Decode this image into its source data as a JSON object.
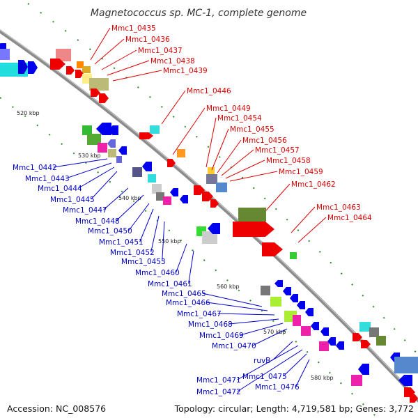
{
  "title": "Magnetococcus sp. MC-1, complete genome",
  "footer": {
    "accession": "Accession: NC_008576",
    "topology": "Topology: circular; Length: 4,719,581 bp; Genes: 3,772"
  },
  "colors": {
    "forward_label": "#dd0000",
    "reverse_label": "#0000cc",
    "backbone": "#8c8c8c",
    "tick": "#2a8a2a"
  },
  "scale_ticks": [
    "520 kbp",
    "530 kbp",
    "540 kbp",
    "550 kbp",
    "560 kbp",
    "570 kbp",
    "580 kbp"
  ],
  "forward_labels": [
    "Mmc1_0435",
    "Mmc1_0436",
    "Mmc1_0437",
    "Mmc1_0438",
    "Mmc1_0439",
    "Mmc1_0446",
    "Mmc1_0449",
    "Mmc1_0454",
    "Mmc1_0455",
    "Mmc1_0456",
    "Mmc1_0457",
    "Mmc1_0458",
    "Mmc1_0459",
    "Mmc1_0462",
    "Mmc1_0463",
    "Mmc1_0464"
  ],
  "reverse_labels": [
    "Mmc1_0442",
    "Mmc1_0443",
    "Mmc1_0444",
    "Mmc1_0445",
    "Mmc1_0447",
    "Mmc1_0448",
    "Mmc1_0450",
    "Mmc1_0451",
    "Mmc1_0452",
    "Mmc1_0453",
    "Mmc1_0460",
    "Mmc1_0461",
    "Mmc1_0465",
    "Mmc1_0466",
    "Mmc1_0467",
    "Mmc1_0468",
    "Mmc1_0469",
    "Mmc1_0470",
    "ruvB",
    "Mmc1_0471",
    "Mmc1_0472",
    "Mmc1_0475",
    "Mmc1_0476"
  ]
}
